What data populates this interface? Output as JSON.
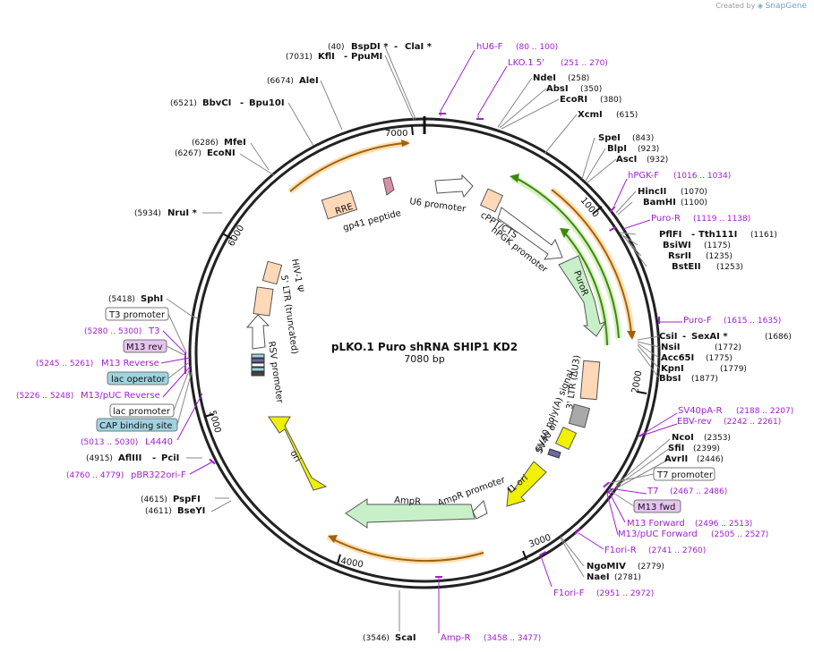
{
  "credit": {
    "created_by": "Created by",
    "brand": "SnapGene"
  },
  "plasmid": {
    "name": "pLKO.1 Puro shRNA SHIP1 KD2",
    "length_label": "7080 bp",
    "length": 7080
  },
  "colors": {
    "primer": "#a020d0",
    "gene_orange": "#f0a030",
    "gene_green": "#6fb43c",
    "feature_fill": "#ffd8b8",
    "puro_fill": "#c8f0c8",
    "ori_fill": "#f0f000",
    "boxed_blue": "#9fd3e0",
    "boxed_purple": "#e6c4f0"
  },
  "scale_ticks": [
    "1000",
    "2000",
    "3000",
    "4000",
    "5000",
    "6000",
    "7000"
  ],
  "enzymes": [
    {
      "name": "BspDI *",
      "name2": "ClaI *",
      "pos": "(40)"
    },
    {
      "name": "KflI",
      "name2": "PpuMI",
      "pos": "(7031)"
    },
    {
      "name": "AleI",
      "pos": "(6674)"
    },
    {
      "name": "BbvCI",
      "name2": "Bpu10I",
      "pos": "(6521)"
    },
    {
      "name": "MfeI",
      "pos": "(6286)"
    },
    {
      "name": "EcoNI",
      "pos": "(6267)"
    },
    {
      "name": "NruI *",
      "pos": "(5934)"
    },
    {
      "name": "SphI",
      "pos": "(5418)"
    },
    {
      "name": "AflIII",
      "name2": "PciI",
      "pos": "(4915)"
    },
    {
      "name": "PspFI",
      "pos": "(4615)"
    },
    {
      "name": "BseYI",
      "pos": "(4611)"
    },
    {
      "name": "ScaI",
      "pos": "(3546)"
    },
    {
      "name": "NgoMIV",
      "pos": "(2779)"
    },
    {
      "name": "NaeI",
      "pos": "(2781)"
    },
    {
      "name": "NcoI",
      "pos": "(2353)"
    },
    {
      "name": "SfiI",
      "pos": "(2399)"
    },
    {
      "name": "AvrII",
      "pos": "(2446)"
    },
    {
      "name": "CsiI",
      "name2": "SexAI *",
      "pos": "(1686)"
    },
    {
      "name": "NsiI",
      "pos": "(1772)"
    },
    {
      "name": "Acc65I",
      "pos": "(1775)"
    },
    {
      "name": "KpnI",
      "pos": "(1779)"
    },
    {
      "name": "BbsI",
      "pos": "(1877)"
    },
    {
      "name": "HincII",
      "pos": "(1070)"
    },
    {
      "name": "BamHI",
      "pos": "(1100)"
    },
    {
      "name": "PflFI",
      "name2": "Tth111I",
      "pos": "(1161)"
    },
    {
      "name": "BsiWI",
      "pos": "(1175)"
    },
    {
      "name": "RsrII",
      "pos": "(1235)"
    },
    {
      "name": "BstEII",
      "pos": "(1253)"
    },
    {
      "name": "SpeI",
      "pos": "(843)"
    },
    {
      "name": "BlpI",
      "pos": "(923)"
    },
    {
      "name": "AscI",
      "pos": "(932)"
    },
    {
      "name": "NdeI",
      "pos": "(258)"
    },
    {
      "name": "AbsI",
      "pos": "(350)"
    },
    {
      "name": "EcoRI",
      "pos": "(380)"
    },
    {
      "name": "XcmI",
      "pos": "(615)"
    }
  ],
  "primers": [
    {
      "name": "hU6-F",
      "pos": "(80 .. 100)"
    },
    {
      "name": "LKO.1 5'",
      "pos": "(251 .. 270)"
    },
    {
      "name": "hPGK-F",
      "pos": "(1016 .. 1034)"
    },
    {
      "name": "Puro-R",
      "pos": "(1119 .. 1138)"
    },
    {
      "name": "Puro-F",
      "pos": "(1615 .. 1635)"
    },
    {
      "name": "SV40pA-R",
      "pos": "(2188 .. 2207)"
    },
    {
      "name": "EBV-rev",
      "pos": "(2242 .. 2261)"
    },
    {
      "name": "T7",
      "pos": "(2467 .. 2486)"
    },
    {
      "name": "M13 Forward",
      "pos": "(2496 .. 2513)"
    },
    {
      "name": "M13/pUC Forward",
      "pos": "(2505 .. 2527)"
    },
    {
      "name": "F1ori-R",
      "pos": "(2741 .. 2760)"
    },
    {
      "name": "F1ori-F",
      "pos": "(2951 .. 2972)"
    },
    {
      "name": "Amp-R",
      "pos": "(3458 .. 3477)"
    },
    {
      "name": "pBR322ori-F",
      "pos": "(4760 .. 4779)"
    },
    {
      "name": "L4440",
      "pos": "(5013 .. 5030)"
    },
    {
      "name": "M13/pUC Reverse",
      "pos": "(5226 .. 5248)"
    },
    {
      "name": "M13 Reverse",
      "pos": "(5245 .. 5261)"
    },
    {
      "name": "T3",
      "pos": "(5280 .. 5300)"
    }
  ],
  "boxed_labels": [
    {
      "name": "T7 promoter",
      "style": "white"
    },
    {
      "name": "M13 fwd",
      "style": "purple"
    },
    {
      "name": "T3 promoter",
      "style": "white"
    },
    {
      "name": "M13 rev",
      "style": "purple"
    },
    {
      "name": "lac operator",
      "style": "blue"
    },
    {
      "name": "lac promoter",
      "style": "white"
    },
    {
      "name": "CAP binding site",
      "style": "blue"
    }
  ],
  "features": {
    "rre": "RRE",
    "gp41": "gp41 peptide",
    "u6": "U6 promoter",
    "cppt": "cPPT/CTS",
    "hpgk": "hPGK promoter",
    "puror": "PuroR",
    "ltr3": "3' LTR (ΔU3)",
    "sv40pa": "SV40 poly(A) signal",
    "sv40ori": "SV40 ori",
    "f1ori": "f1 ori",
    "ampr_prom": "AmpR promoter",
    "ampr": "AmpR",
    "ori": "ori",
    "rsv": "RSV promoter",
    "ltr5": "5' LTR (truncated)",
    "hiv": "HIV-1 Ψ"
  }
}
